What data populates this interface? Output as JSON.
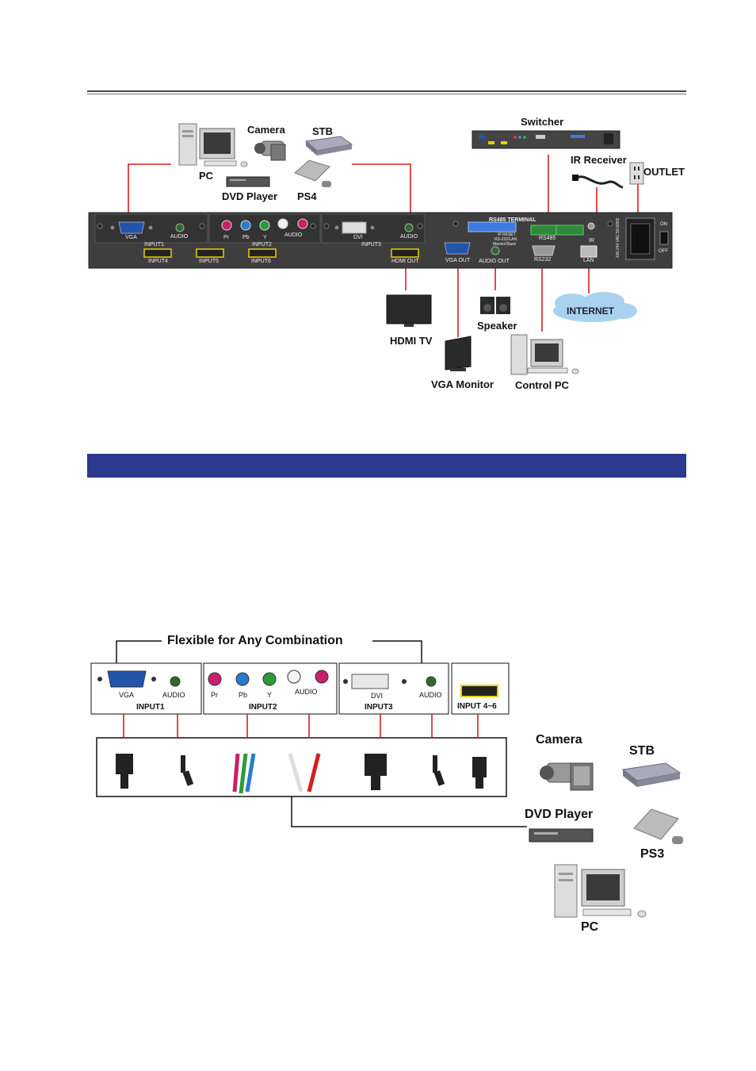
{
  "top": {
    "devices": {
      "pc": "PC",
      "camera": "Camera",
      "stb": "STB",
      "dvd": "DVD Player",
      "ps4": "PS4",
      "switcher": "Switcher",
      "ir_receiver": "IR Receiver",
      "outlet": "OUTLET",
      "hdmi_tv": "HDMI TV",
      "vga_monitor": "VGA Monitor",
      "speaker": "Speaker",
      "control_pc": "Control PC",
      "internet": "INTERNET"
    },
    "panel": {
      "vga": "VGA",
      "audio1": "AUDIO",
      "input1": "INPUT1",
      "pr": "Pr",
      "pb": "Pb",
      "y": "Y",
      "audio2": "AUDIO",
      "input2": "INPUT2",
      "dvi": "DVI",
      "audio3": "AUDIO",
      "input3": "INPUT3",
      "input4": "INPUT4",
      "input5": "INPUT5",
      "input6": "INPUT6",
      "hdmi_out": "HDMI OUT",
      "vga_out": "VGA OUT",
      "audio_out": "AUDIO OUT",
      "rs485_terminal": "RS485 TERMINAL",
      "ip_reset": "IP RESET",
      "rs232_lan": "RS-232/LAN",
      "master_slave": "Master/Slave",
      "rs485": "RS485",
      "rs232": "RS232",
      "ir": "IR",
      "lan": "LAN",
      "voltage": "100-240 VAC 50-60HZ",
      "on": "ON",
      "off": "OFF"
    }
  },
  "bottom": {
    "title": "Flexible for Any Combination",
    "boxes": {
      "vga": "VGA",
      "audio1": "AUDIO",
      "input1": "INPUT1",
      "pr": "Pr",
      "pb": "Pb",
      "y": "Y",
      "audio2": "AUDIO",
      "input2": "INPUT2",
      "dvi": "DVI",
      "audio3": "AUDIO",
      "input3": "INPUT3",
      "input46": "INPUT 4~6"
    },
    "devices": {
      "camera": "Camera",
      "stb": "STB",
      "dvd": "DVD Player",
      "ps3": "PS3",
      "pc": "PC"
    }
  },
  "colors": {
    "line": "#d32020",
    "banner": "#2b3a8f",
    "panel": "#3e3e3e",
    "hdmi": "#e8d000",
    "vga": "#2255aa",
    "terminal": "#2c8a3a",
    "dip": "#3d7be0"
  }
}
